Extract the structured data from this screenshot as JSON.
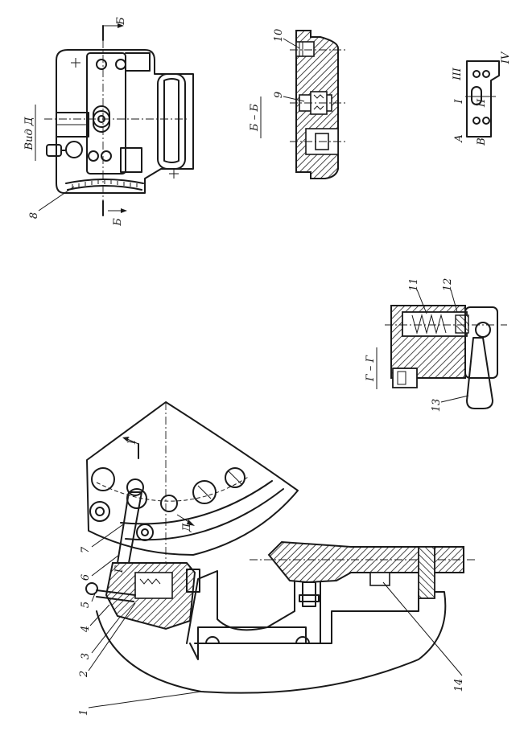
{
  "part_numbers": [
    "1",
    "2",
    "3",
    "4",
    "5",
    "6",
    "7",
    "8",
    "9",
    "10",
    "11",
    "12",
    "13",
    "14"
  ],
  "view_labels": {
    "view_d": "Вид Д",
    "section_bb": "Б – Б",
    "section_gg": "Г – Г"
  },
  "section_marks": {
    "b_top": "Б",
    "b_bottom": "Б",
    "g_mark": "Г",
    "g_mark_lower": "Г",
    "d_arrow": "Д"
  },
  "positions_legend": {
    "items": [
      "А",
      "I",
      "В",
      "II",
      "III",
      "IV"
    ]
  }
}
